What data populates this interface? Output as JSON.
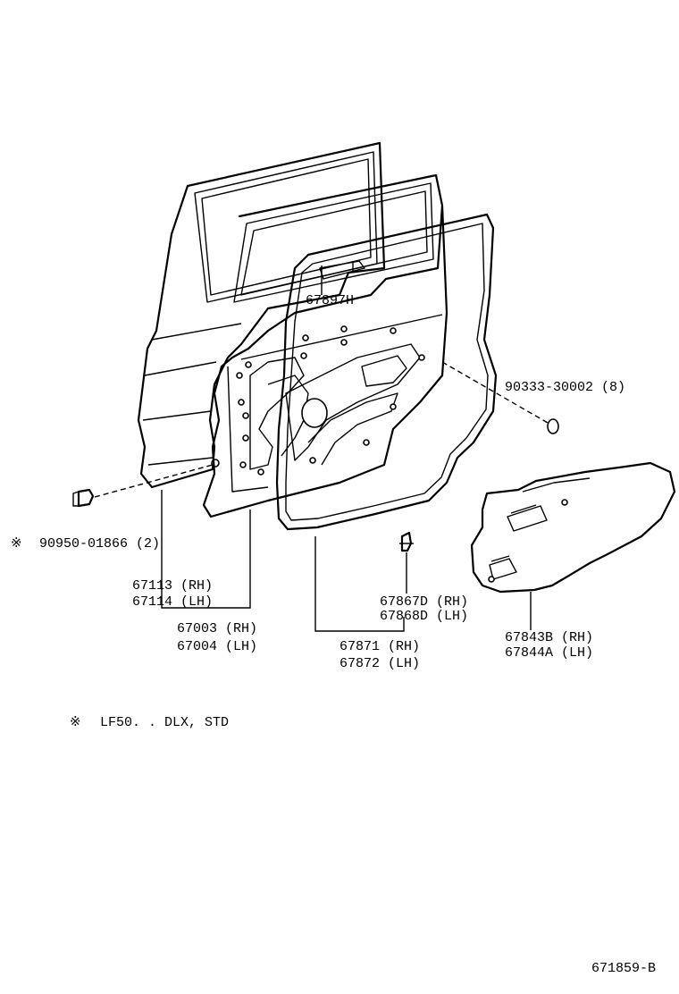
{
  "labels": {
    "p67897h": "67897H",
    "p90333": "90333-30002 (8)",
    "mark_90950": "※",
    "p90950": "90950-01866 (2)",
    "p67113": "67113 (RH)",
    "p67114": "67114 (LH)",
    "p67003": "67003 (RH)",
    "p67004": "67004 (LH)",
    "p67867d": "67867D (RH)",
    "p67868d": "67868D (LH)",
    "p67871": "67871 (RH)",
    "p67872": "67872 (LH)",
    "p67843b": "67843B (RH)",
    "p67844a": "67844A (LH)",
    "note_mark": "※",
    "note_text": "LF50. . DLX, STD",
    "diagram_code": "671859-B"
  }
}
